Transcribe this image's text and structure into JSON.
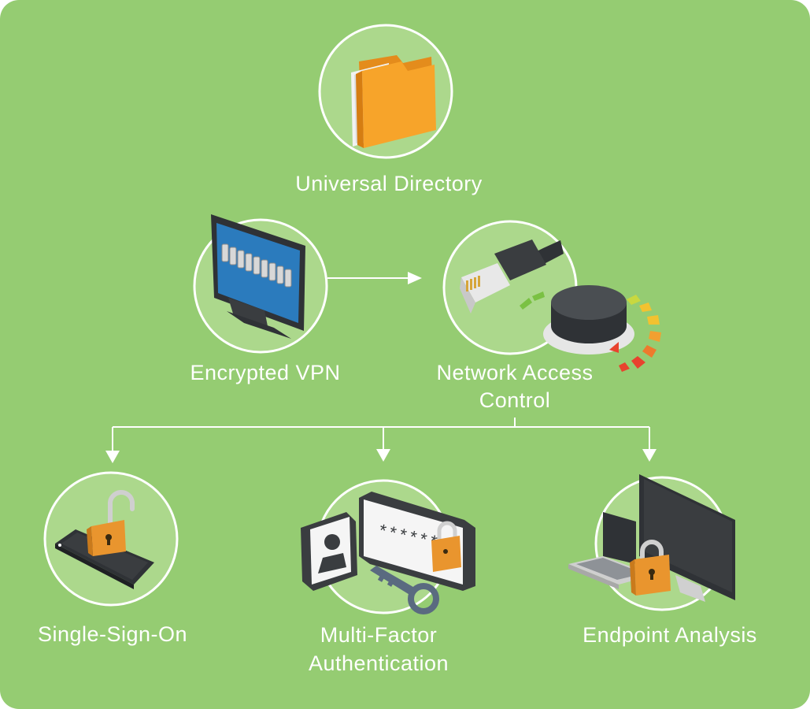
{
  "colors": {
    "background": "#95cc72",
    "circle_fill": "#acd88c",
    "circle_stroke": "#ffffff",
    "connector": "#ffffff",
    "folder": "#f7a42a",
    "monitor_screen": "#2b7bbd",
    "dark_device": "#3a3d40",
    "lock": "#e9952e",
    "gauge_green": "#7ac143",
    "gauge_yellow": "#f2c230",
    "gauge_red": "#e8432e"
  },
  "nodes": {
    "universal_directory": {
      "label": "Universal Directory",
      "icon": "folder-icon"
    },
    "encrypted_vpn": {
      "label": "Encrypted VPN",
      "icon": "monitor-combination-lock-icon"
    },
    "network_access_control": {
      "label_line1": "Network Access",
      "label_line2": "Control",
      "icon": "ethernet-cable-dial-icon"
    },
    "single_sign_on": {
      "label": "Single-Sign-On",
      "icon": "phone-unlocked-padlock-icon"
    },
    "multi_factor_authentication": {
      "label_line1": "Multi-Factor",
      "label_line2": "Authentication",
      "icon": "face-id-password-key-icon"
    },
    "endpoint_analysis": {
      "label": "Endpoint Analysis",
      "icon": "laptop-desktop-padlock-icon"
    }
  },
  "password_field": {
    "mask": "******"
  }
}
